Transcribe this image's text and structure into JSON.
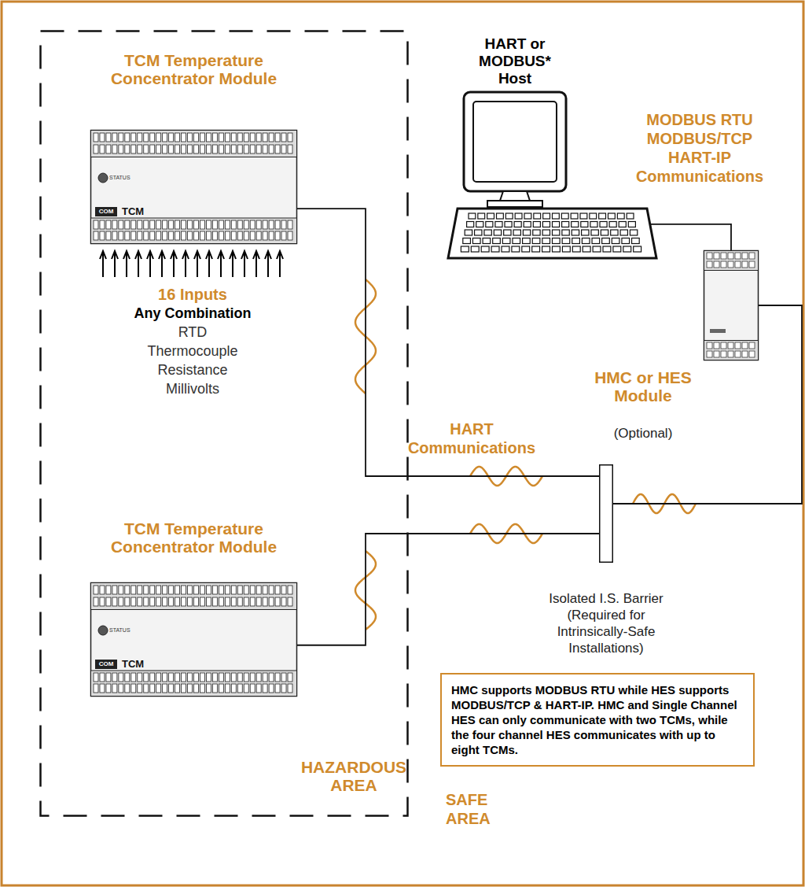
{
  "diagram": {
    "nodes": [
      {
        "text": [
          "HAZARDOUS AREA"
        ]
      },
      {
        "text": [
          "TCM Temperature Concentrator Module",
          "STATUS",
          "TCM",
          "COM"
        ],
        "in": 0
      },
      {
        "text": [
          "TCM Temperature Concentrator Module",
          "STATUS",
          "TCM",
          "COM"
        ],
        "in": 0
      },
      {
        "text": [
          "HART or MODBUS* Host"
        ]
      },
      {
        "text": [
          "HMC or HES Module",
          "(Optional)"
        ]
      },
      {
        "text": [
          "Isolated I.S. Barrier (Required for Intrinsically-Safe Installations)"
        ]
      },
      {
        "text": [
          "HMC supports MODBUS RTU while HES supports MODBUS/TCP & HART-IP. HMC and Single Channel HES can only communicate with two TCMs, while the four channel HES communicates with up to eight TCMs."
        ]
      }
    ],
    "edges": [
      {
        "from": 1,
        "to": 5,
        "arrow": "none"
      },
      {
        "from": 2,
        "to": 5,
        "arrow": "none"
      },
      {
        "from": 5,
        "to": 4,
        "arrow": "none"
      },
      {
        "from": 4,
        "to": 3,
        "arrow": "none"
      }
    ],
    "labels": [
      "16 Inputs",
      "Any Combination",
      "RTD",
      "Thermocouple",
      "Resistance",
      "Millivolts",
      "HART Communications",
      "MODBUS RTU MODBUS/TCP HART-IP Communications",
      "SAFE AREA"
    ]
  }
}
